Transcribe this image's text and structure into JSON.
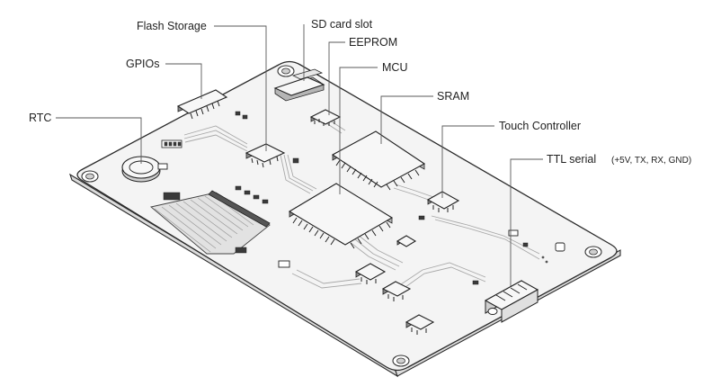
{
  "labels": {
    "flash_storage": "Flash Storage",
    "sd_card_slot": "SD card slot",
    "eeprom": "EEPROM",
    "gpios": "GPIOs",
    "mcu": "MCU",
    "sram": "SRAM",
    "rtc": "RTC",
    "touch_controller": "Touch Controller",
    "ttl_serial": "TTL serial",
    "ttl_serial_pins": "(+5V, TX, RX, GND)"
  },
  "colors": {
    "board_fill": "#f4f4f4",
    "outline": "#2b2b2b",
    "leader_line": "#5a5a5a",
    "trace": "#a8a8a8",
    "chip_side": "#8a8a8a"
  }
}
